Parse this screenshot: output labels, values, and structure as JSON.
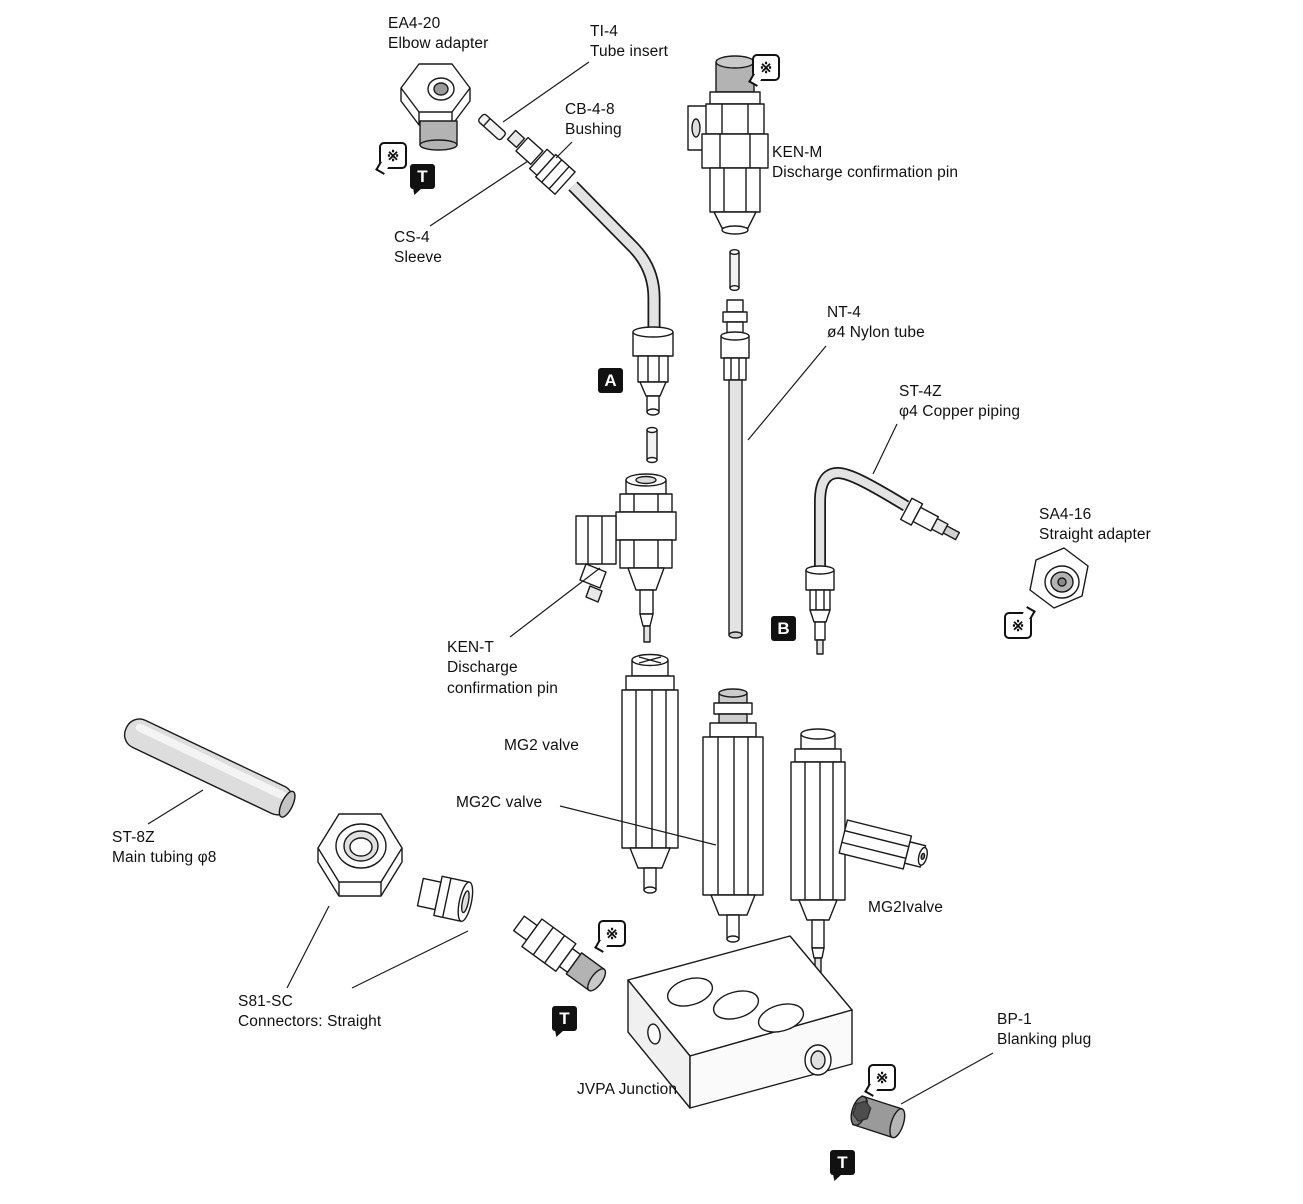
{
  "diagram": {
    "parts": [
      {
        "code": "EA4-20",
        "name": "Elbow adapter"
      },
      {
        "code": "TI-4",
        "name": "Tube insert"
      },
      {
        "code": "CB-4-8",
        "name": "Bushing"
      },
      {
        "code": "KEN-M",
        "name": "Discharge confirmation pin"
      },
      {
        "code": "CS-4",
        "name": "Sleeve"
      },
      {
        "code": "NT-4",
        "name": "ø4 Nylon tube"
      },
      {
        "code": "ST-4Z",
        "name": "φ4 Copper piping"
      },
      {
        "code": "SA4-16",
        "name": "Straight adapter"
      },
      {
        "code": "KEN-T",
        "name": "Discharge confirmation pin"
      },
      {
        "name": "MG2 valve"
      },
      {
        "name": "MG2C valve"
      },
      {
        "name": "MG2Ivalve"
      },
      {
        "code": "ST-8Z",
        "name": "Main tubing φ8"
      },
      {
        "code": "S81-SC",
        "name": "Connectors: Straight"
      },
      {
        "name": "JVPA Junction"
      },
      {
        "code": "BP-1",
        "name": "Blanking plug"
      }
    ],
    "markers": {
      "a": "A",
      "b": "B",
      "t": "T",
      "note": "※"
    },
    "colors": {
      "line": "#1a1a1a",
      "gray_part": "#b3b3b3",
      "tube": "#e3e3e3",
      "marker_bg": "#111111",
      "marker_fg": "#ffffff"
    }
  }
}
